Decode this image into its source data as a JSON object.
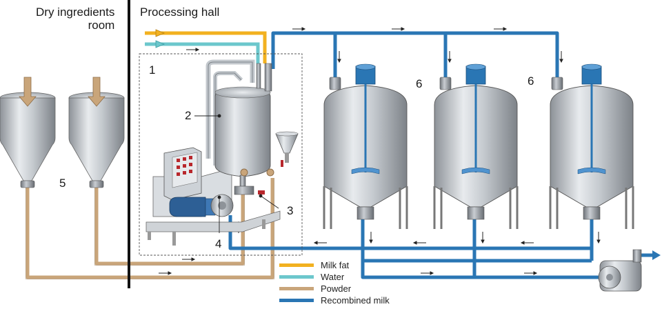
{
  "rooms": {
    "dry_ingredients_line1": "Dry ingredients",
    "dry_ingredients_line2": "room",
    "processing_hall": "Processing hall"
  },
  "callouts": {
    "mixing_unit": "1",
    "mixing_tank": "2",
    "unit_3": "3",
    "pump": "4",
    "silos": "5",
    "tank_group_a": "6",
    "tank_group_b": "6"
  },
  "legend": [
    {
      "label": "Milk fat",
      "color": "#f2b120"
    },
    {
      "label": "Water",
      "color": "#6cc7cc"
    },
    {
      "label": "Powder",
      "color": "#c9a57a"
    },
    {
      "label": "Recombined milk",
      "color": "#2a76b4"
    }
  ],
  "colors": {
    "milk_fat": "#f2b120",
    "water": "#6cc7cc",
    "powder": "#c9a57a",
    "recombined_milk": "#2a76b4",
    "steel": "#b9bec4"
  }
}
